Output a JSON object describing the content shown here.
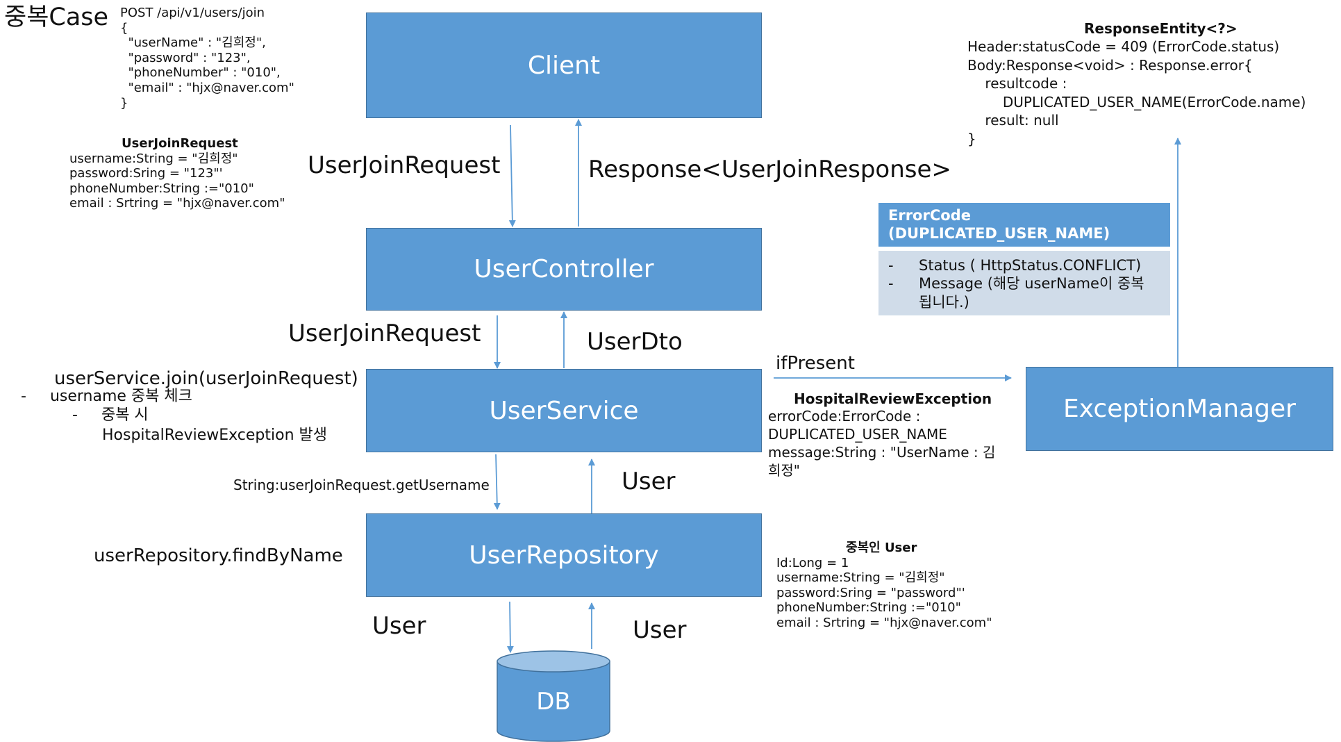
{
  "case_title": "중복Case",
  "request_block": {
    "lines": [
      "POST /api/v1/users/join",
      "{",
      "  \"userName\" : \"김희정\",",
      "  \"password\" : \"123\",",
      "  \"phoneNumber\" : \"010\",",
      "  \"email\" : \"hjx@naver.com\"",
      "}"
    ]
  },
  "user_join_request_dto": {
    "title": "UserJoinRequest",
    "lines": [
      "username:String = \"김희정\"",
      "password:Sring = \"123\"'",
      "phoneNumber:String :=\"010\"",
      "email : Srtring = \"hjx@naver.com\""
    ]
  },
  "boxes": {
    "client": "Client",
    "user_controller": "UserController",
    "user_service": "UserService",
    "user_repository": "UserRepository",
    "exception_manager": "ExceptionManager",
    "db": "DB"
  },
  "edge_labels": {
    "client_to_controller": "UserJoinRequest",
    "controller_to_client": "Response<UserJoinResponse>",
    "controller_to_service": "UserJoinRequest",
    "service_to_controller": "UserDto",
    "service_to_repository": "String:userJoinRequest.getUsername",
    "repository_to_service": "User",
    "repository_to_db": "User",
    "db_to_repository": "User",
    "service_to_exception": "ifPresent"
  },
  "service_notes": {
    "call": "userService.join(userJoinRequest)",
    "items": [
      {
        "bullet": "-",
        "text": "username 중복 체크"
      },
      {
        "bullet": "-",
        "text": "중복 시"
      }
    ],
    "sub": "HospitalReviewException 발생"
  },
  "repository_call": "userRepository.findByName",
  "exception_info": {
    "title": "HospitalReviewException",
    "lines": [
      "errorCode:ErrorCode :",
      "DUPLICATED_USER_NAME",
      "message:String : \"UserName : 김",
      "희정\""
    ]
  },
  "duplicate_user": {
    "title": "중복인 User",
    "lines": [
      "Id:Long = 1",
      "username:String = \"김희정\"",
      "password:Sring = \"password\"'",
      "phoneNumber:String :=\"010\"",
      "email : Srtring = \"hjx@naver.com\""
    ]
  },
  "error_code": {
    "header": [
      "ErrorCode",
      "(DUPLICATED_USER_NAME)"
    ],
    "items": [
      {
        "bullet": "-",
        "text": "Status ( HttpStatus.CONFLICT)"
      },
      {
        "bullet": "-",
        "text": "Message (해당 userName이 중복 됩니다.)"
      }
    ]
  },
  "response_entity": {
    "title": "ResponseEntity<?>",
    "lines": [
      "Header:statusCode = 409 (ErrorCode.status)",
      "Body:Response<void> : Response.error{",
      "    resultcode :",
      "        DUPLICATED_USER_NAME(ErrorCode.name)",
      "    result: null",
      "}"
    ]
  },
  "colors": {
    "box_fill": "#5b9bd5",
    "box_border": "#41719c",
    "arrow": "#5b9bd5",
    "error_body": "#d0dce9"
  }
}
